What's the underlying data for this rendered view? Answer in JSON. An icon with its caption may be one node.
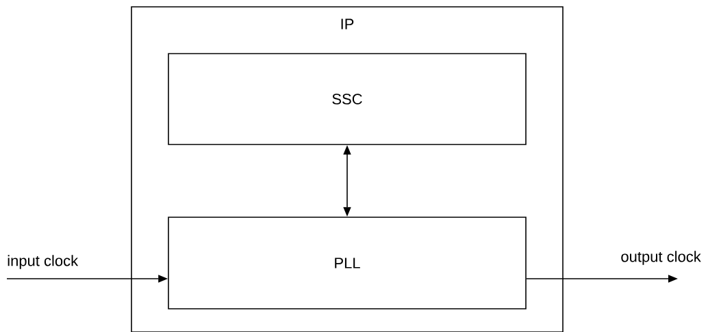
{
  "diagram": {
    "nodes": [
      {
        "text": [
          "IP"
        ]
      },
      {
        "text": [
          "SSC"
        ],
        "in": 0
      },
      {
        "text": [
          "PLL"
        ],
        "in": 0
      }
    ],
    "edges": [
      {
        "from": 1,
        "to": 2,
        "arrow": "both"
      },
      {
        "from": null,
        "to": 2,
        "arrow": "to",
        "label": "input clock"
      },
      {
        "from": 2,
        "to": null,
        "arrow": "to",
        "label": "output clock"
      }
    ]
  }
}
